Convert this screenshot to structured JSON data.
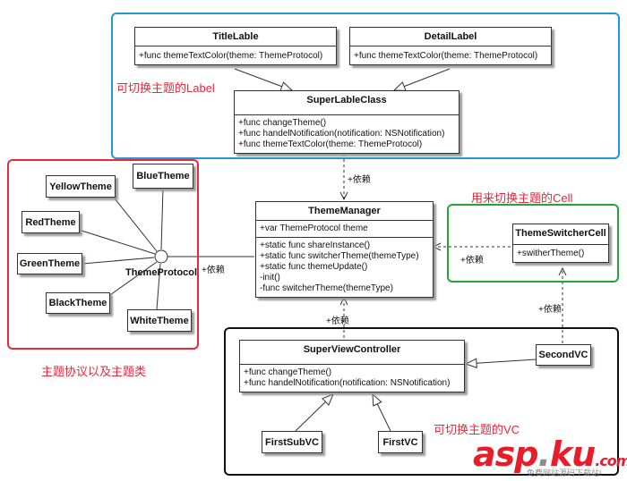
{
  "groups": {
    "label_group": {
      "caption": "可切换主题的Label",
      "color": "#1e9bd7"
    },
    "protocol_group": {
      "caption": "主题协议以及主题类",
      "color": "#e8283c"
    },
    "cell_group": {
      "caption": "用来切换主题的Cell",
      "color": "#1fa83a"
    },
    "vc_group": {
      "caption": "可切换主题的VC",
      "color": "#111111"
    }
  },
  "classes": {
    "title_lable": {
      "name": "TitleLable",
      "methods": [
        "+func themeTextColor(theme: ThemeProtocol)"
      ]
    },
    "detail_label": {
      "name": "DetailLabel",
      "methods": [
        "+func themeTextColor(theme: ThemeProtocol)"
      ]
    },
    "super_lable": {
      "name": "SuperLableClass",
      "methods": [
        "+func changeTheme()",
        "+func handelNotification(notification: NSNotification)",
        "+func themeTextColor(theme: ThemeProtocol)"
      ]
    },
    "theme_manager": {
      "name": "ThemeManager",
      "attributes": [
        "+var ThemeProtocol theme"
      ],
      "methods": [
        "+static func shareInstance()",
        "+static func switcherTheme(themeType)",
        "+static func themeUpdate()",
        "-init()",
        "-func switcherTheme(themeType)"
      ]
    },
    "theme_switcher_cell": {
      "name": "ThemeSwitcherCell",
      "methods": [
        "+switherTheme()"
      ]
    },
    "super_vc": {
      "name": "SuperViewController",
      "methods": [
        "+func changeTheme()",
        "+func handelNotification(notification: NSNotification)"
      ]
    },
    "second_vc": {
      "name": "SecondVC"
    },
    "first_sub_vc": {
      "name": "FirstSubVC"
    },
    "first_vc": {
      "name": "FirstVC"
    },
    "yellow_theme": {
      "name": "YellowTheme"
    },
    "blue_theme": {
      "name": "BlueTheme"
    },
    "red_theme": {
      "name": "RedTheme"
    },
    "green_theme": {
      "name": "GreenTheme"
    },
    "black_theme": {
      "name": "BlackTheme"
    },
    "white_theme": {
      "name": "WhiteTheme"
    }
  },
  "protocol": {
    "name": "ThemeProtocol"
  },
  "dependency_label": "+依赖",
  "watermark": {
    "text": "asp",
    "dot": ".",
    "text2": "ku",
    "suffix": ".com",
    "sub": "免费网站源码下载站!"
  }
}
